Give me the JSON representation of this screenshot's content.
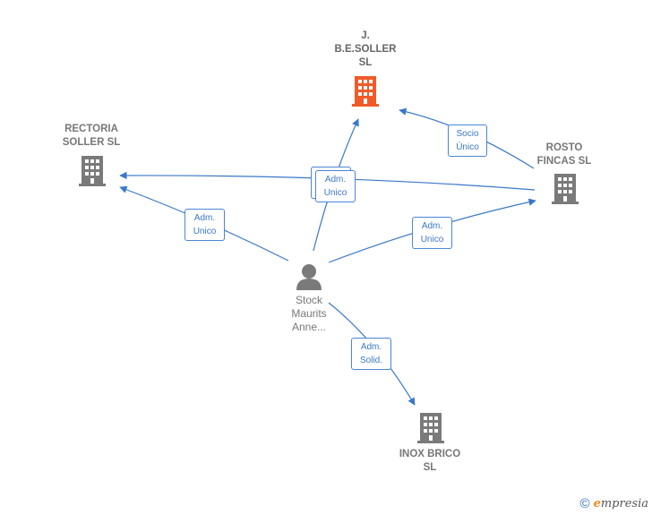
{
  "nodes": {
    "jbe": {
      "label": "J.\nB.E.SOLLER\nSL",
      "type": "company",
      "color": "#f05a28"
    },
    "rectoria": {
      "label": "RECTORIA\nSOLLER  SL",
      "type": "company",
      "color": "#7a7a7a"
    },
    "rosto": {
      "label": "ROSTO\nFINCAS  SL",
      "type": "company",
      "color": "#7a7a7a"
    },
    "inox": {
      "label": "INOX BRICO\nSL",
      "type": "company",
      "color": "#7a7a7a"
    },
    "stock": {
      "label": "Stock\nMaurits\nAnne...",
      "type": "person",
      "color": "#7a7a7a"
    }
  },
  "edges": {
    "rosto_jbe": {
      "label": "Socio\nÚnico"
    },
    "stock_jbe": {
      "label": "Adm.\nUnico"
    },
    "rosto_rectoria": {
      "label": "Adm.\nUnico"
    },
    "stock_rectoria": {
      "label": "Adm.\nUnico"
    },
    "stock_rosto": {
      "label": "Adm.\nUnico"
    },
    "stock_inox": {
      "label": "Adm.\nSolid."
    }
  },
  "colors": {
    "edge": "#3a78c8"
  },
  "footer": {
    "copyright": "©",
    "brand_initial": "e",
    "brand_rest": "mpresia"
  }
}
